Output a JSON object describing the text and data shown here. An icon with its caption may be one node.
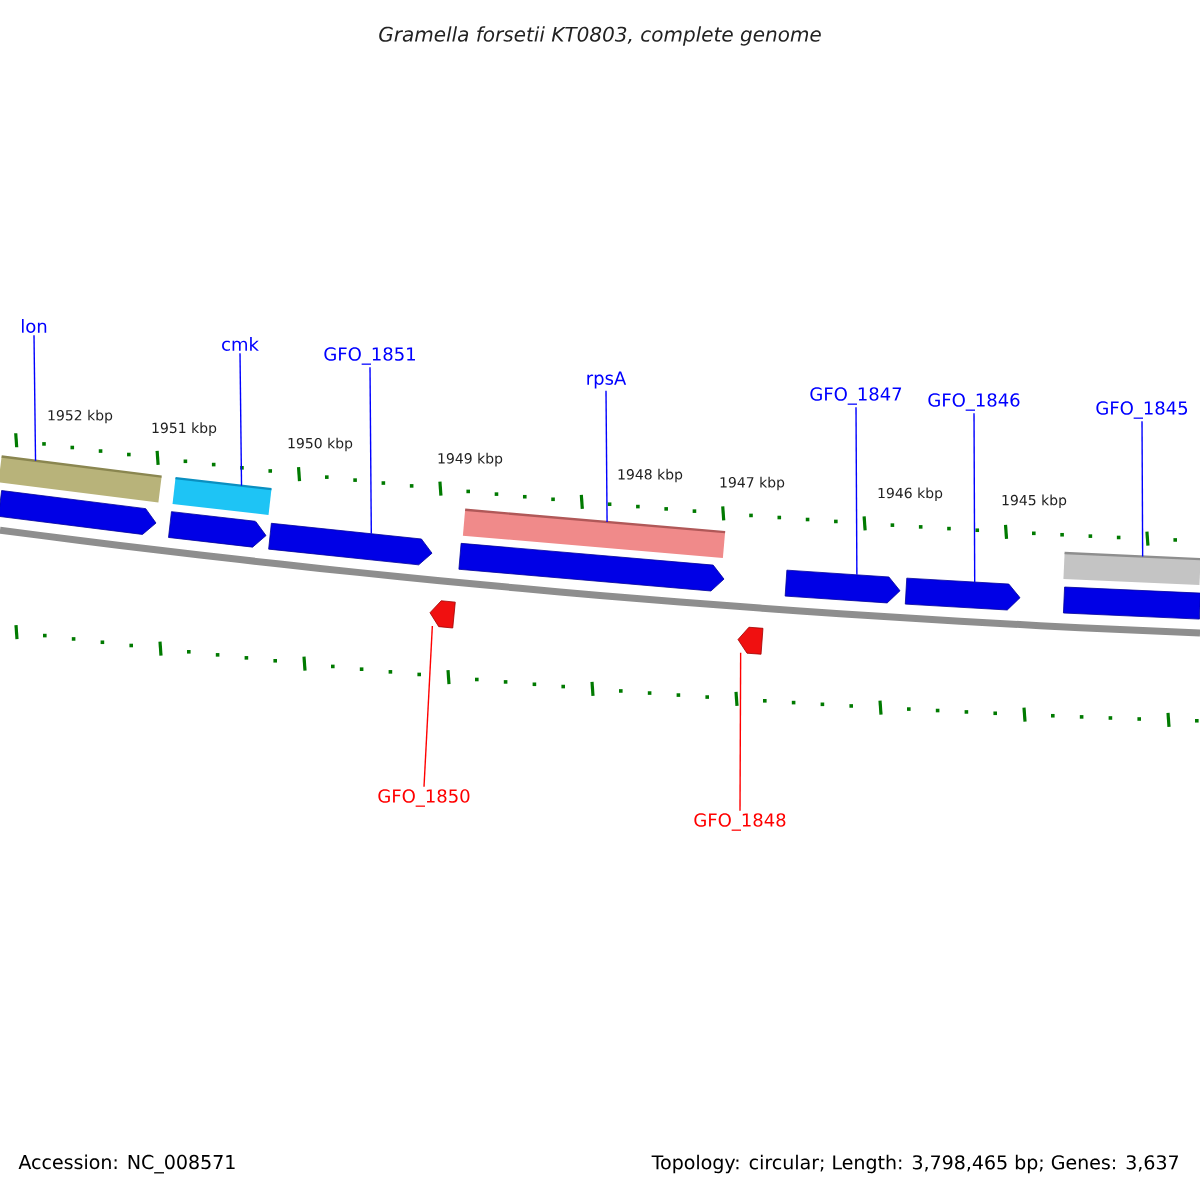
{
  "diagram": {
    "title": "Gramella forsetii KT0803, complete genome",
    "nodes": [
      {
        "text": [
          "lon"
        ]
      },
      {
        "text": [
          "cmk"
        ]
      },
      {
        "text": [
          "GFO_1851"
        ]
      },
      {
        "text": [
          "rpsA"
        ]
      },
      {
        "text": [
          "GFO_1847"
        ]
      },
      {
        "text": [
          "GFO_1846"
        ]
      },
      {
        "text": [
          "GFO_1845"
        ]
      },
      {
        "text": [],
        "shape": "bar"
      },
      {
        "text": [],
        "shape": "bar"
      },
      {
        "text": [],
        "shape": "bar"
      },
      {
        "text": [],
        "shape": "bar"
      },
      {
        "text": [],
        "shape": "arrow"
      },
      {
        "text": [],
        "shape": "arrow"
      },
      {
        "text": [],
        "shape": "arrow"
      },
      {
        "text": [],
        "shape": "arrow"
      },
      {
        "text": [],
        "shape": "arrow"
      },
      {
        "text": [],
        "shape": "arrow"
      },
      {
        "text": [],
        "shape": "arrow"
      },
      {
        "text": [],
        "shape": "arrow"
      },
      {
        "text": [],
        "shape": "arrow"
      },
      {
        "text": [
          "GFO_1850"
        ]
      },
      {
        "text": [
          "GFO_1848"
        ]
      }
    ],
    "edges": [
      {
        "from": 0,
        "to": 7,
        "arrow": "none"
      },
      {
        "from": 1,
        "to": 8,
        "arrow": "none"
      },
      {
        "from": 2,
        "to": 13,
        "arrow": "none"
      },
      {
        "from": 3,
        "to": 9,
        "arrow": "none"
      },
      {
        "from": 4,
        "to": 15,
        "arrow": "none"
      },
      {
        "from": 5,
        "to": 16,
        "arrow": "none"
      },
      {
        "from": 6,
        "to": 10,
        "arrow": "none"
      },
      {
        "from": 20,
        "to": 18,
        "arrow": "none",
        "color": "#ff0000"
      },
      {
        "from": 21,
        "to": 19,
        "arrow": "none",
        "color": "#ff0000"
      }
    ],
    "labels": [
      "1952 kbp",
      "1951 kbp",
      "1950 kbp",
      "1949 kbp",
      "1948 kbp",
      "1947 kbp",
      "1946 kbp",
      "1945 kbp",
      "Accession: NC_008571",
      "Topology: circular; Length: 3,798,465 bp; Genes: 3,637"
    ]
  }
}
